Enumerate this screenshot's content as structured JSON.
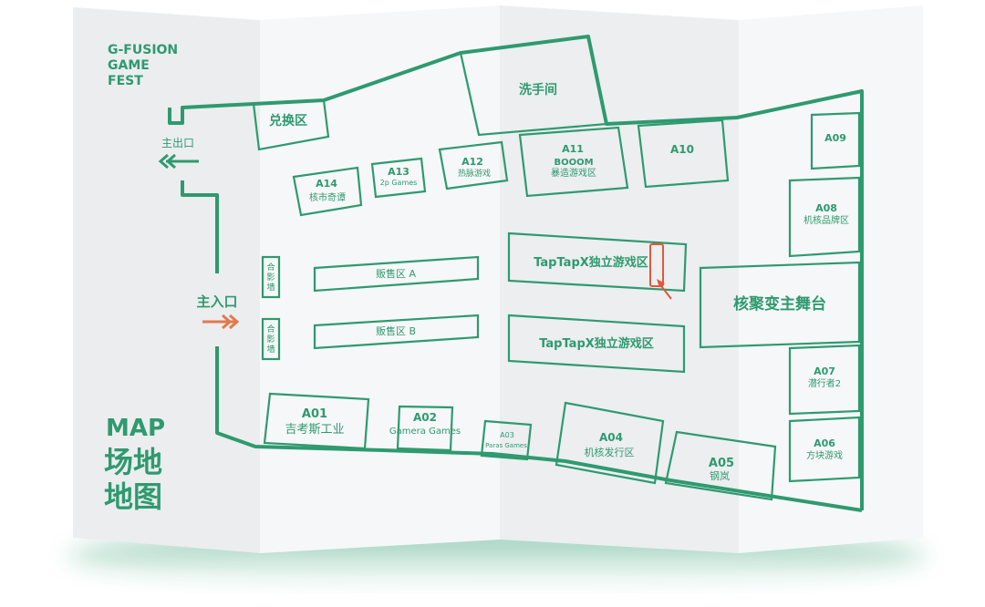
{
  "brand": [
    "G-FUSION",
    "GAME",
    "FEST"
  ],
  "map_title": {
    "en": "MAP",
    "zh1": "场地",
    "zh2": "地图"
  },
  "exits": {
    "main_exit": "主出口",
    "main_entrance": "主入口"
  },
  "facilities": {
    "exchange": "兑换区",
    "restroom": "洗手间",
    "photo_wall": "合影墙",
    "sales_a": "贩售区 A",
    "sales_b": "贩售区 B",
    "main_stage": "核聚变主舞台"
  },
  "booths": {
    "A01": {
      "code": "A01",
      "name": "吉考斯工业"
    },
    "A02": {
      "code": "A02",
      "name": "Gamera Games"
    },
    "A03": {
      "code": "A03",
      "name": "Paras Games"
    },
    "A04": {
      "code": "A04",
      "name": "机核发行区"
    },
    "A05": {
      "code": "A05",
      "name": "钢岚"
    },
    "A06": {
      "code": "A06",
      "name": "方块游戏"
    },
    "A07": {
      "code": "A07",
      "name": "潜行者2"
    },
    "A08": {
      "code": "A08",
      "name": "机核品牌区"
    },
    "A09": {
      "code": "A09"
    },
    "A10": {
      "code": "A10"
    },
    "A11": {
      "code": "A11",
      "name1": "BOOOM",
      "name2": "暴造游戏区"
    },
    "A12": {
      "code": "A12",
      "name": "热脉游戏"
    },
    "A13": {
      "code": "A13",
      "name": "2p Games"
    },
    "A14": {
      "code": "A14",
      "name": "核市奇谭"
    }
  },
  "taptap_zone": "TapTapX独立游戏区",
  "colors": {
    "accent": "#2e9a6f",
    "highlight": "#e0583a",
    "entrance_arrow": "#e07a4c",
    "paper": "#f2f3f4",
    "paper_shade": "#e7e9eb"
  }
}
